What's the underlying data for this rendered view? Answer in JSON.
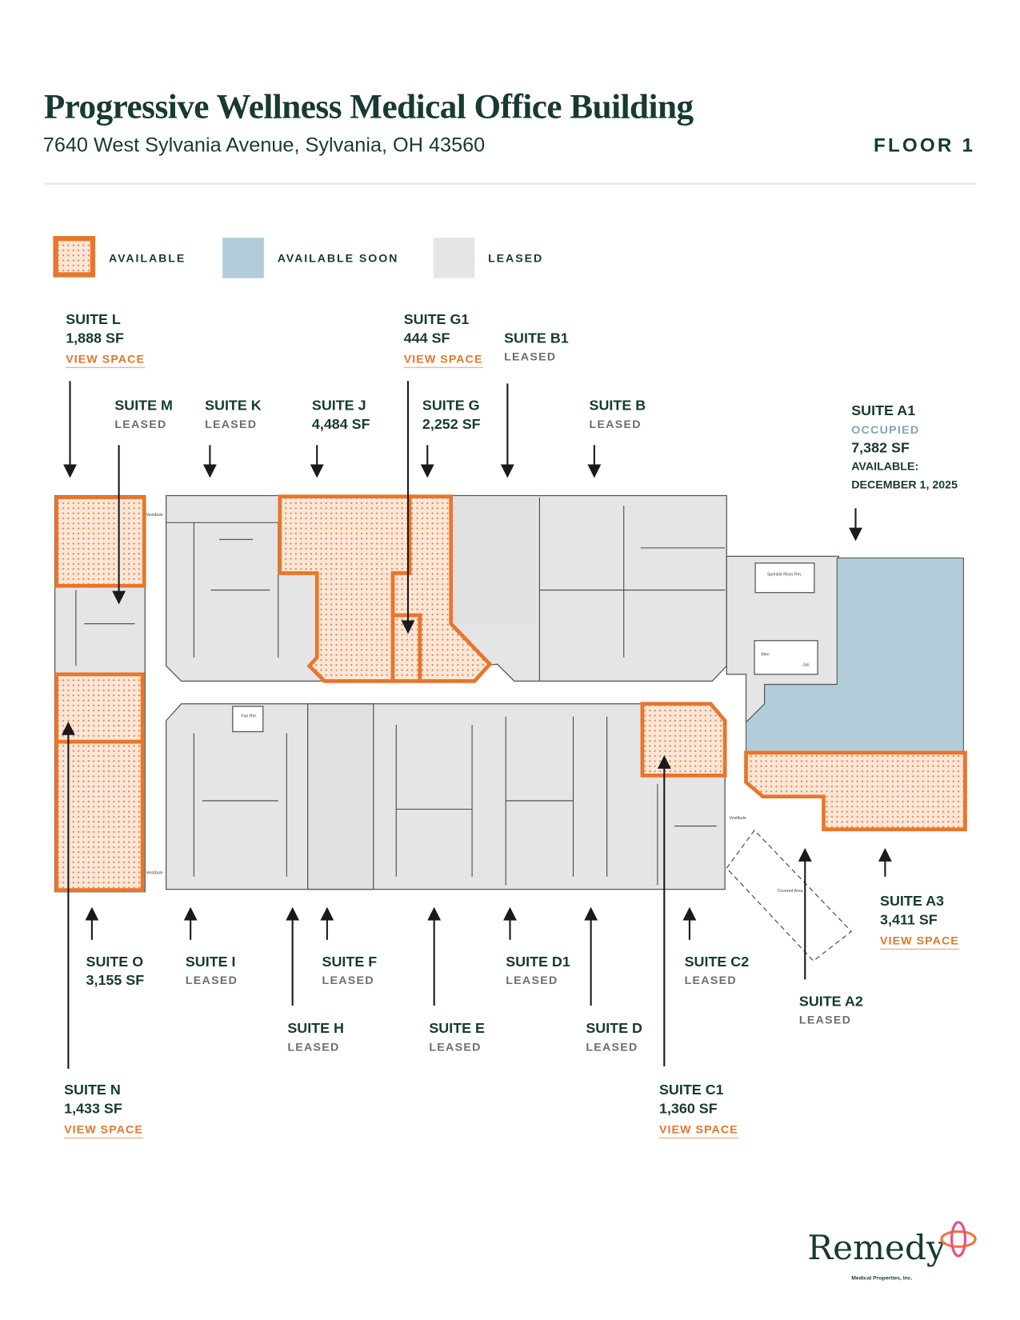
{
  "header": {
    "title": "Progressive Wellness Medical Office Building",
    "address": "7640 West Sylvania Avenue, Sylvania, OH 43560",
    "floor": "FLOOR 1"
  },
  "legend": [
    {
      "label": "AVAILABLE",
      "color": "#e8762b"
    },
    {
      "label": "AVAILABLE SOON",
      "color": "#b2ccd9"
    },
    {
      "label": "LEASED",
      "color": "#e5e5e6"
    }
  ],
  "colors": {
    "available": "#e8762b",
    "available_soon": "#b2ccd9",
    "leased": "#e5e5e6",
    "text": "#173a33"
  },
  "suites": {
    "L": {
      "name": "SUITE L",
      "size": "1,888 SF",
      "link": "VIEW SPACE"
    },
    "G1": {
      "name": "SUITE G1",
      "size": "444 SF",
      "link": "VIEW SPACE"
    },
    "B1": {
      "name": "SUITE B1",
      "status": "LEASED"
    },
    "M": {
      "name": "SUITE M",
      "status": "LEASED"
    },
    "K": {
      "name": "SUITE K",
      "status": "LEASED"
    },
    "J": {
      "name": "SUITE J",
      "size": "4,484 SF"
    },
    "G": {
      "name": "SUITE G",
      "size": "2,252 SF"
    },
    "B": {
      "name": "SUITE B",
      "status": "LEASED"
    },
    "A1": {
      "name": "SUITE A1",
      "status": "OCCUPIED",
      "size": "7,382 SF",
      "note1": "AVAILABLE:",
      "note2": "DECEMBER 1, 2025"
    },
    "O": {
      "name": "SUITE O",
      "size": "3,155 SF"
    },
    "I": {
      "name": "SUITE I",
      "status": "LEASED"
    },
    "F": {
      "name": "SUITE F",
      "status": "LEASED"
    },
    "H": {
      "name": "SUITE H",
      "status": "LEASED"
    },
    "E": {
      "name": "SUITE E",
      "status": "LEASED"
    },
    "D1": {
      "name": "SUITE D1",
      "status": "LEASED"
    },
    "D": {
      "name": "SUITE D",
      "status": "LEASED"
    },
    "C2": {
      "name": "SUITE C2",
      "status": "LEASED"
    },
    "A2": {
      "name": "SUITE A2",
      "status": "LEASED"
    },
    "A3": {
      "name": "SUITE A3",
      "size": "3,411 SF",
      "link": "VIEW SPACE"
    },
    "N": {
      "name": "SUITE N",
      "size": "1,433 SF",
      "link": "VIEW SPACE"
    },
    "C1": {
      "name": "SUITE C1",
      "size": "1,360 SF",
      "link": "VIEW SPACE"
    }
  },
  "plan_labels": {
    "vestibule": "Vestibule",
    "fan_room": "Fan Rm.",
    "sprinkler": "Sprinkle Riser Rm.",
    "men": "Men",
    "jan": "Jan.",
    "covered": "Covered Area"
  },
  "logo": {
    "name": "Remedy",
    "sub": "Medical Properties, Inc."
  }
}
